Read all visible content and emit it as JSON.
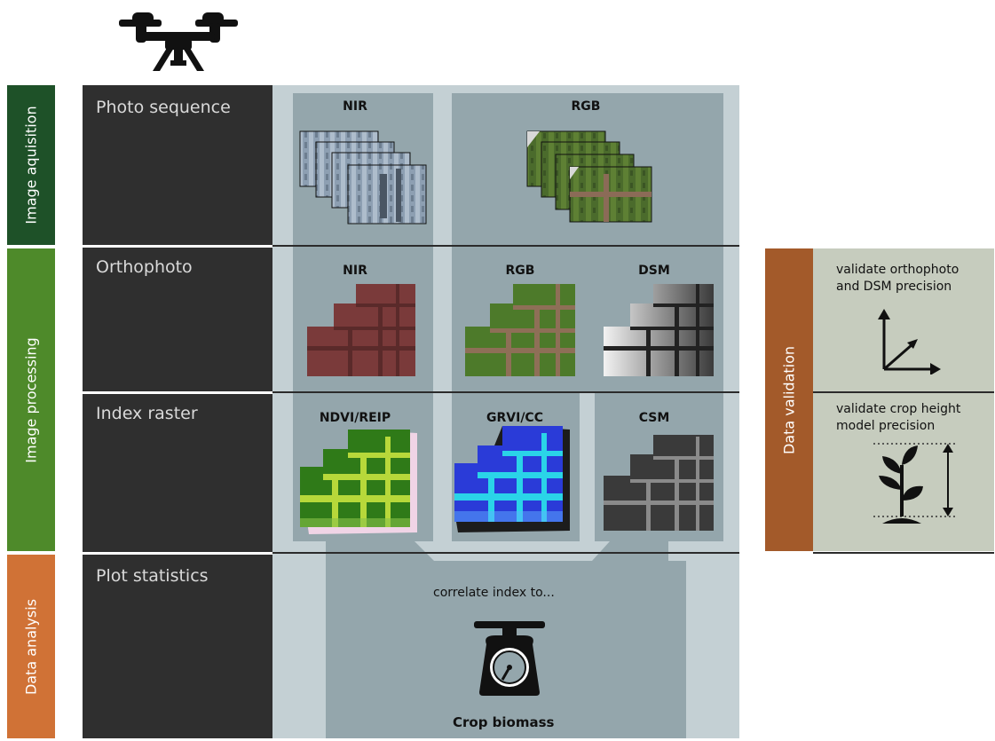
{
  "colors": {
    "acquisition": "#1e5128",
    "processing": "#4e8a2a",
    "analysis": "#d07236",
    "validation": "#a35a2a",
    "dark_panel": "#2f2f2f",
    "light_panel": "#c4d0d4",
    "mid_panel": "#94a6ac",
    "validation_panel": "#c6ccbe"
  },
  "bands": [
    {
      "label": "Image aquisition",
      "color": "#1e5128"
    },
    {
      "label": "Image processing",
      "color": "#4e8a2a"
    },
    {
      "label": "Data analysis",
      "color": "#d07236"
    }
  ],
  "rows": [
    {
      "title": "Photo sequence"
    },
    {
      "title": "Orthophoto"
    },
    {
      "title": "Index raster"
    },
    {
      "title": "Plot statistics"
    }
  ],
  "columns": {
    "photo_sequence": [
      "NIR",
      "RGB"
    ],
    "orthophoto": [
      "NIR",
      "RGB",
      "DSM"
    ],
    "index_raster": [
      "NDVI/REIP",
      "GRVI/CC",
      "CSM"
    ]
  },
  "analysis": {
    "prompt": "correlate index to...",
    "target": "Crop biomass",
    "icon": "scale-icon"
  },
  "validation": {
    "band_label": "Data validation",
    "item1": "validate orthophoto and DSM precision",
    "item1_line1": "validate orthophoto",
    "item1_line2": "and DSM precision",
    "item2_line1": "validate crop height",
    "item2_line2": "model precision",
    "icons": [
      "axes-icon",
      "plant-height-icon"
    ]
  },
  "header_icon": "drone-icon"
}
